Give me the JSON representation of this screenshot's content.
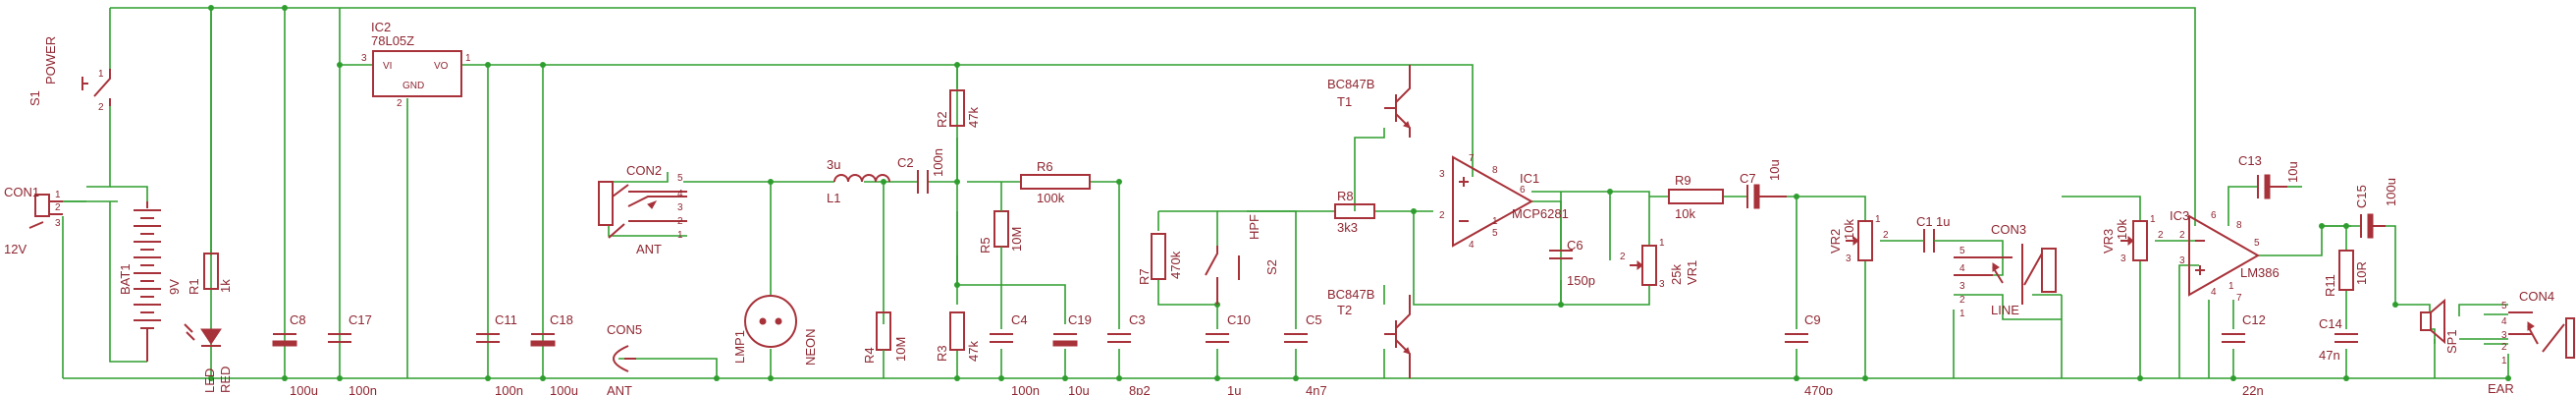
{
  "components": {
    "S1": {
      "ref": "S1",
      "value": "POWER",
      "p1": "1",
      "p2": "2"
    },
    "CON1": {
      "ref": "CON1",
      "value": "12V",
      "p1": "3",
      "p2": "2",
      "p3": "1"
    },
    "BAT1": {
      "ref": "BAT1",
      "value": "9V"
    },
    "R1": {
      "ref": "R1",
      "value": "1k"
    },
    "LED1": {
      "ref": "LED",
      "value": "RED"
    },
    "C8": {
      "ref": "C8",
      "value": "100u"
    },
    "C17": {
      "ref": "C17",
      "value": "100n"
    },
    "IC2": {
      "ref": "IC2",
      "value": "78L05Z",
      "vi": "VI",
      "vo": "VO",
      "gnd": "GND",
      "p1": "1",
      "p2": "2",
      "p3": "3"
    },
    "C11": {
      "ref": "C11",
      "value": "100n"
    },
    "C18": {
      "ref": "C18",
      "value": "100u"
    },
    "CON2": {
      "ref": "CON2",
      "value": "ANT",
      "p5": "5",
      "p4": "4",
      "p3": "3",
      "p2": "2",
      "p1": "1"
    },
    "CON5": {
      "ref": "CON5",
      "value": "ANT"
    },
    "L1": {
      "ref": "L1",
      "value": "3u"
    },
    "LMP1": {
      "ref": "LMP1",
      "value": "NEON"
    },
    "R4": {
      "ref": "R4",
      "value": "10M"
    },
    "C2": {
      "ref": "C2",
      "value": "100n"
    },
    "R2": {
      "ref": "R2",
      "value": "47k"
    },
    "R5": {
      "ref": "R5",
      "value": "10M"
    },
    "R3": {
      "ref": "R3",
      "value": "47k"
    },
    "C4": {
      "ref": "C4",
      "value": "100n"
    },
    "C19": {
      "ref": "C19",
      "value": "10u"
    },
    "R6": {
      "ref": "R6",
      "value": "100k"
    },
    "C3": {
      "ref": "C3",
      "value": "8p2"
    },
    "R7": {
      "ref": "R7",
      "value": "470k"
    },
    "C10": {
      "ref": "C10",
      "value": "1u"
    },
    "S2": {
      "ref": "S2",
      "value": "HPF"
    },
    "C5": {
      "ref": "C5",
      "value": "4n7"
    },
    "R8": {
      "ref": "R8",
      "value": "3k3"
    },
    "T1": {
      "ref": "T1",
      "value": "BC847B"
    },
    "T2": {
      "ref": "T2",
      "value": "BC847B"
    },
    "IC1": {
      "ref": "IC1",
      "value": "MCP6281",
      "p3": "3",
      "p2": "2",
      "p7": "7",
      "p6": "6",
      "p4": "4",
      "p5": "5",
      "p1": "1",
      "p8": "8"
    },
    "C6": {
      "ref": "C6",
      "value": "150p"
    },
    "VR1": {
      "ref": "VR1",
      "value": "25k",
      "p1": "1",
      "p2": "2",
      "p3": "3"
    },
    "R9": {
      "ref": "R9",
      "value": "10k"
    },
    "C7": {
      "ref": "C7",
      "value": "10u"
    },
    "C9": {
      "ref": "C9",
      "value": "470p"
    },
    "VR2": {
      "ref": "VR2",
      "value": "10k",
      "p1": "1",
      "p2": "2",
      "p3": "3"
    },
    "C1": {
      "ref": "C1",
      "value": "1u"
    },
    "CON3": {
      "ref": "CON3",
      "value": "LINE",
      "p5": "5",
      "p4": "4",
      "p3": "3",
      "p2": "2",
      "p1": "1"
    },
    "VR3": {
      "ref": "VR3",
      "value": "10k",
      "p1": "1",
      "p2": "2",
      "p3": "3"
    },
    "IC3": {
      "ref": "IC3",
      "value": "LM386",
      "p6": "6",
      "p8": "8",
      "p2": "2",
      "p3": "3",
      "p4": "4",
      "p1": "1",
      "p7": "7",
      "p5": "5"
    },
    "C13": {
      "ref": "C13",
      "value": "10u"
    },
    "C12": {
      "ref": "C12",
      "value": "22n"
    },
    "R11": {
      "ref": "R11",
      "value": "10R"
    },
    "C14": {
      "ref": "C14",
      "value": "47n"
    },
    "C15": {
      "ref": "C15",
      "value": "100u"
    },
    "SP1": {
      "ref": "SP1",
      "value": ""
    },
    "CON4": {
      "ref": "CON4",
      "value": "EAR",
      "p5": "5",
      "p4": "4",
      "p3": "3",
      "p2": "2",
      "p1": "1"
    }
  }
}
